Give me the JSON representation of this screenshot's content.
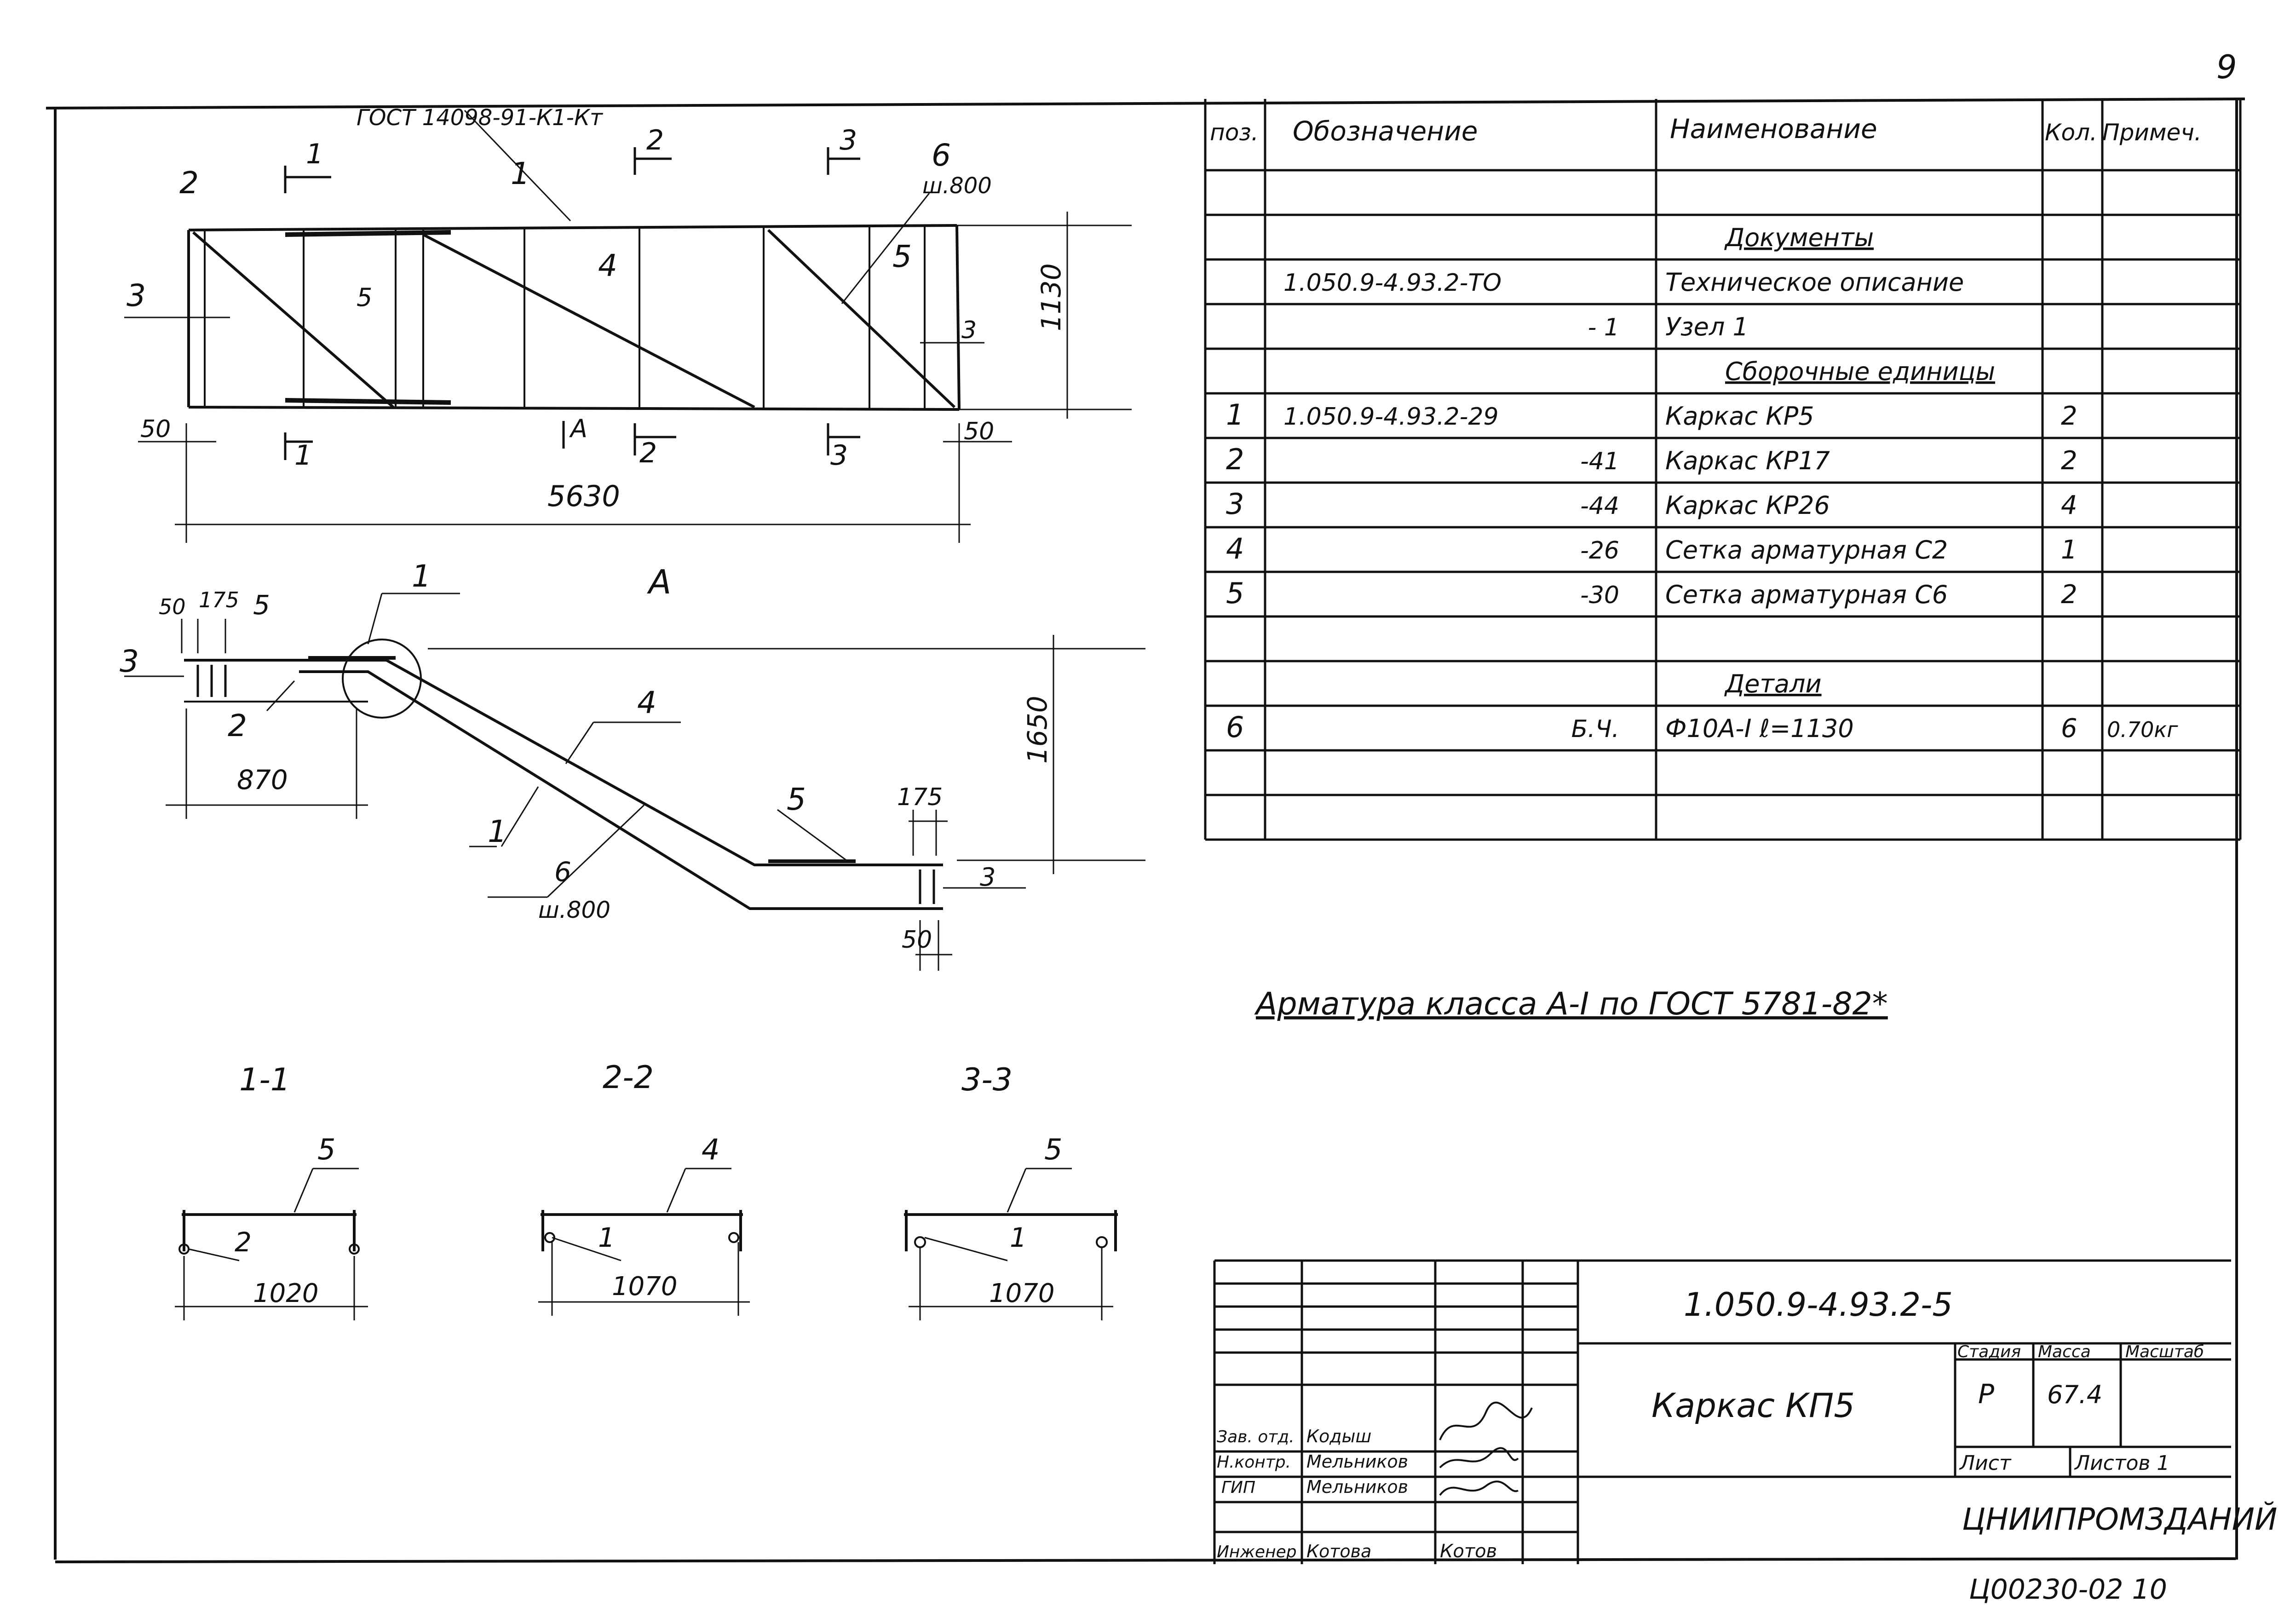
{
  "page_number": "9",
  "plan": {
    "standard_ref": "ГОСТ 14098-91-К1-Кт",
    "positions": [
      "1",
      "2",
      "3",
      "4",
      "5",
      "5",
      "6"
    ],
    "mesh_label": "ш.800",
    "section_marks": [
      "1",
      "2",
      "3",
      "1",
      "2",
      "3"
    ],
    "view_marker": "А",
    "dims": {
      "height": "1130",
      "end_left": "50",
      "end_right": "50",
      "length": "5630",
      "right_gap": "3"
    }
  },
  "view_a": {
    "title": "А",
    "positions": [
      "1",
      "2",
      "3",
      "4",
      "5",
      "5",
      "1",
      "6",
      "3"
    ],
    "mesh_label": "ш.800",
    "dims": {
      "d50": "50",
      "d175": "175",
      "top_len": "870",
      "rise": "1650",
      "r175": "175",
      "r50": "50"
    }
  },
  "sections": [
    {
      "title": "1-1",
      "top_pos": "5",
      "side_pos": "2",
      "width": "1020"
    },
    {
      "title": "2-2",
      "top_pos": "4",
      "side_pos": "1",
      "width": "1070"
    },
    {
      "title": "3-3",
      "top_pos": "5",
      "side_pos": "1",
      "width": "1070"
    }
  ],
  "spec": {
    "headers": {
      "pos": "поз.",
      "designation": "Обозначение",
      "name": "Наименование",
      "qty": "Кол.",
      "note": "Примеч."
    },
    "rows": [
      {
        "pos": "",
        "designation": "",
        "name": "",
        "qty": "",
        "note": ""
      },
      {
        "pos": "",
        "designation": "",
        "name": "Документы",
        "qty": "",
        "note": ""
      },
      {
        "pos": "",
        "designation": "1.050.9-4.93.2-ТО",
        "name": "Техническое описание",
        "qty": "",
        "note": ""
      },
      {
        "pos": "",
        "designation": "- 1",
        "name": "Узел 1",
        "qty": "",
        "note": ""
      },
      {
        "pos": "",
        "designation": "",
        "name": "Сборочные единицы",
        "qty": "",
        "note": ""
      },
      {
        "pos": "1",
        "designation": "1.050.9-4.93.2-29",
        "name": "Каркас КР5",
        "qty": "2",
        "note": ""
      },
      {
        "pos": "2",
        "designation": "-41",
        "name": "Каркас КР17",
        "qty": "2",
        "note": ""
      },
      {
        "pos": "3",
        "designation": "-44",
        "name": "Каркас КР26",
        "qty": "4",
        "note": ""
      },
      {
        "pos": "4",
        "designation": "-26",
        "name": "Сетка арматурная С2",
        "qty": "1",
        "note": ""
      },
      {
        "pos": "5",
        "designation": "-30",
        "name": "Сетка арматурная С6",
        "qty": "2",
        "note": ""
      },
      {
        "pos": "",
        "designation": "",
        "name": "",
        "qty": "",
        "note": ""
      },
      {
        "pos": "",
        "designation": "",
        "name": "Детали",
        "qty": "",
        "note": ""
      },
      {
        "pos": "6",
        "designation": "Б.Ч.",
        "name": "Ф10А-I      ℓ=1130",
        "qty": "6",
        "note": "0.70кг"
      },
      {
        "pos": "",
        "designation": "",
        "name": "",
        "qty": "",
        "note": ""
      },
      {
        "pos": "",
        "designation": "",
        "name": "",
        "qty": "",
        "note": ""
      }
    ]
  },
  "steel_note": "Арматура класса А-I по ГОСТ 5781-82*",
  "title_block": {
    "doc_code": "1.050.9-4.93.2-5",
    "title": "Каркас КП5",
    "stage_header": "Стадия",
    "mass_header": "Масса",
    "scale_header": "Масштаб",
    "stage": "Р",
    "mass": "67.4",
    "sheet_label": "Лист",
    "sheets_label": "Листов 1",
    "org": "ЦНИИПРОМЗДАНИЙ",
    "staff": [
      {
        "role": "Зав. отд.",
        "name": "Кодыш"
      },
      {
        "role": "Н.контр.",
        "name": "Мельников"
      },
      {
        "role": "ГИП",
        "name": "Мельников"
      },
      {
        "role": "Инженер",
        "name": "Котова"
      }
    ],
    "signature_text": "Котов"
  },
  "archive_code": "Ц00230-02  10"
}
